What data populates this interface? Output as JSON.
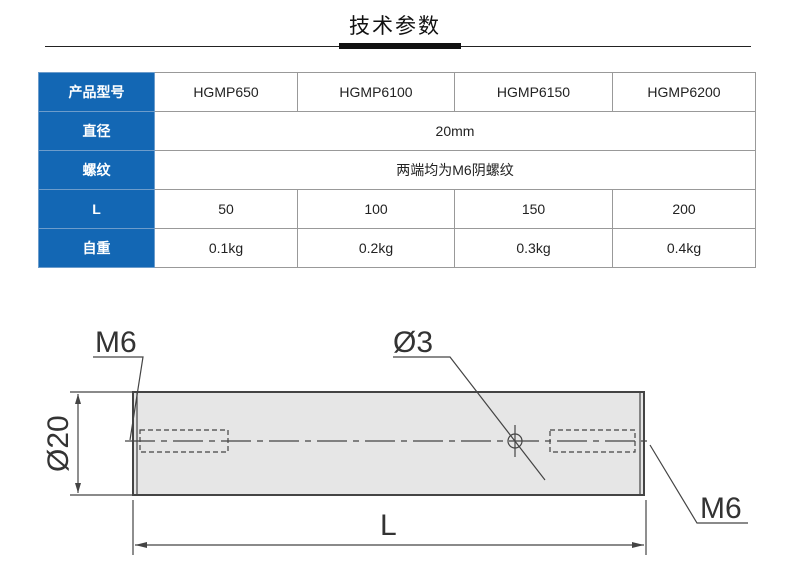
{
  "title": "技术参数",
  "table": {
    "rows": [
      {
        "header": "产品型号",
        "cells": [
          "HGMP650",
          "HGMP6100",
          "HGMP6150",
          "HGMP6200"
        ]
      },
      {
        "header": "直径",
        "cells": [
          "20mm"
        ]
      },
      {
        "header": "螺纹",
        "cells": [
          "两端均为M6阴螺纹"
        ]
      },
      {
        "header": "L",
        "cells": [
          "50",
          "100",
          "150",
          "200"
        ]
      },
      {
        "header": "自重",
        "cells": [
          "0.1kg",
          "0.2kg",
          "0.3kg",
          "0.4kg"
        ]
      }
    ]
  },
  "drawing": {
    "left_thread_label": "M6",
    "hole_label": "Ø3",
    "diameter_label": "Ø20",
    "right_thread_label": "M6",
    "length_label": "L"
  },
  "colors": {
    "header_bg": "#1367b4"
  }
}
